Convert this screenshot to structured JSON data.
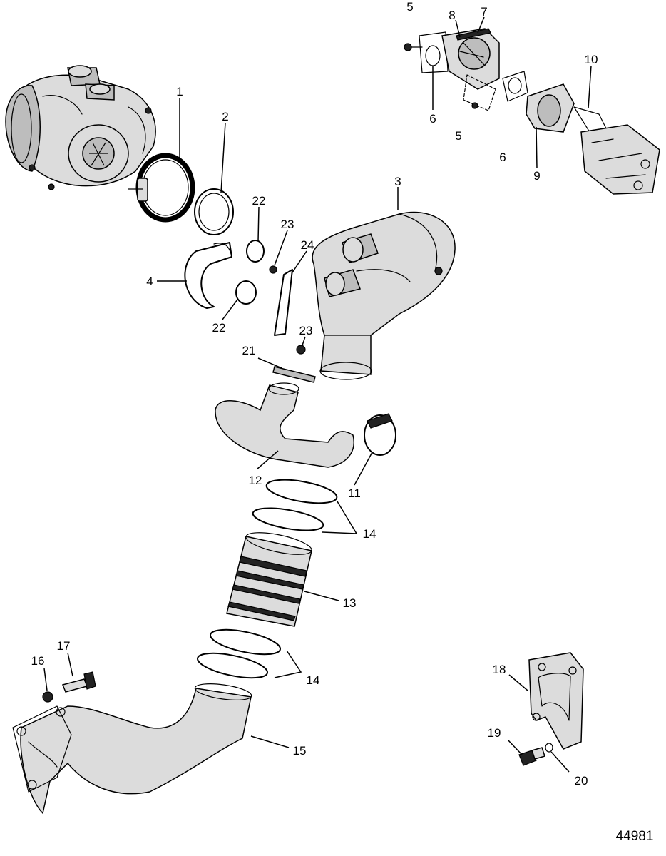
{
  "diagram": {
    "figure_number": "44981",
    "callouts": [
      "1",
      "2",
      "3",
      "4",
      "5",
      "5",
      "6",
      "6",
      "7",
      "8",
      "9",
      "10",
      "11",
      "12",
      "13",
      "14",
      "14",
      "15",
      "16",
      "17",
      "18",
      "19",
      "20",
      "21",
      "22",
      "22",
      "23",
      "23",
      "24"
    ]
  }
}
